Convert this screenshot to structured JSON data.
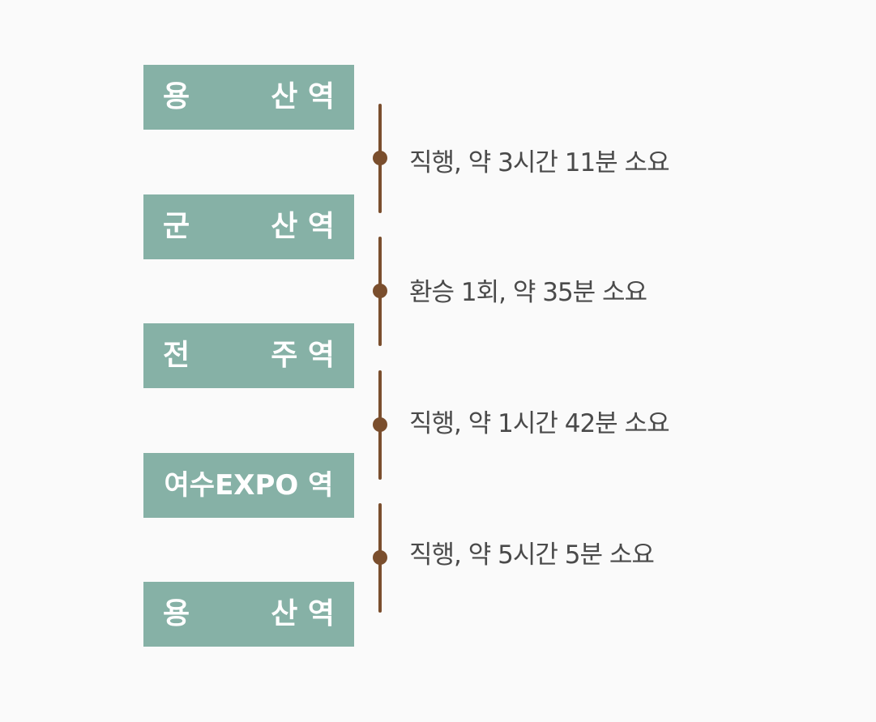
{
  "stations": [
    {
      "left": "용",
      "right": "산 역"
    },
    {
      "left": "군",
      "right": "산 역"
    },
    {
      "left": "전",
      "right": "주 역"
    },
    {
      "full": "여수EXPO 역"
    },
    {
      "left": "용",
      "right": "산 역"
    }
  ],
  "segments": [
    {
      "text": "직행, 약 3시간 11분 소요"
    },
    {
      "text": "환승 1회, 약 35분 소요"
    },
    {
      "text": "직행, 약 1시간 42분 소요"
    },
    {
      "text": "직행, 약 5시간 5분 소요"
    }
  ],
  "colors": {
    "station_bg": "#86b1a6",
    "station_text": "#ffffff",
    "route_line": "#7a4e2d",
    "segment_text": "#4a4a4a"
  }
}
